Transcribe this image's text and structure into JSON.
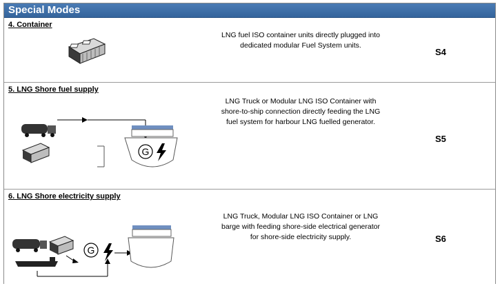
{
  "header": {
    "title": "Special Modes"
  },
  "modes": [
    {
      "title": "4. Container",
      "description": "LNG fuel ISO container units directly plugged into dedicated modular Fuel System units.",
      "code": "S4",
      "icons": [
        "iso-container-icon"
      ]
    },
    {
      "title": "5. LNG Shore fuel supply",
      "description": "LNG Truck or Modular LNG ISO Container with shore-to-ship connection directly feeding the LNG fuel system for harbour LNG fuelled generator.",
      "code": "S5",
      "icons": [
        "lng-truck-icon",
        "iso-container-icon",
        "ship-icon",
        "generator-icon",
        "lightning-icon"
      ]
    },
    {
      "title": "6. LNG Shore electricity supply",
      "description": "LNG Truck, Modular LNG ISO Container or LNG barge with feeding shore-side electrical generator for shore-side electricity supply.",
      "code": "S6",
      "icons": [
        "lng-truck-icon",
        "iso-container-icon",
        "lng-barge-icon",
        "generator-icon",
        "lightning-icon",
        "ship-icon"
      ]
    }
  ],
  "generator_symbol": "G"
}
